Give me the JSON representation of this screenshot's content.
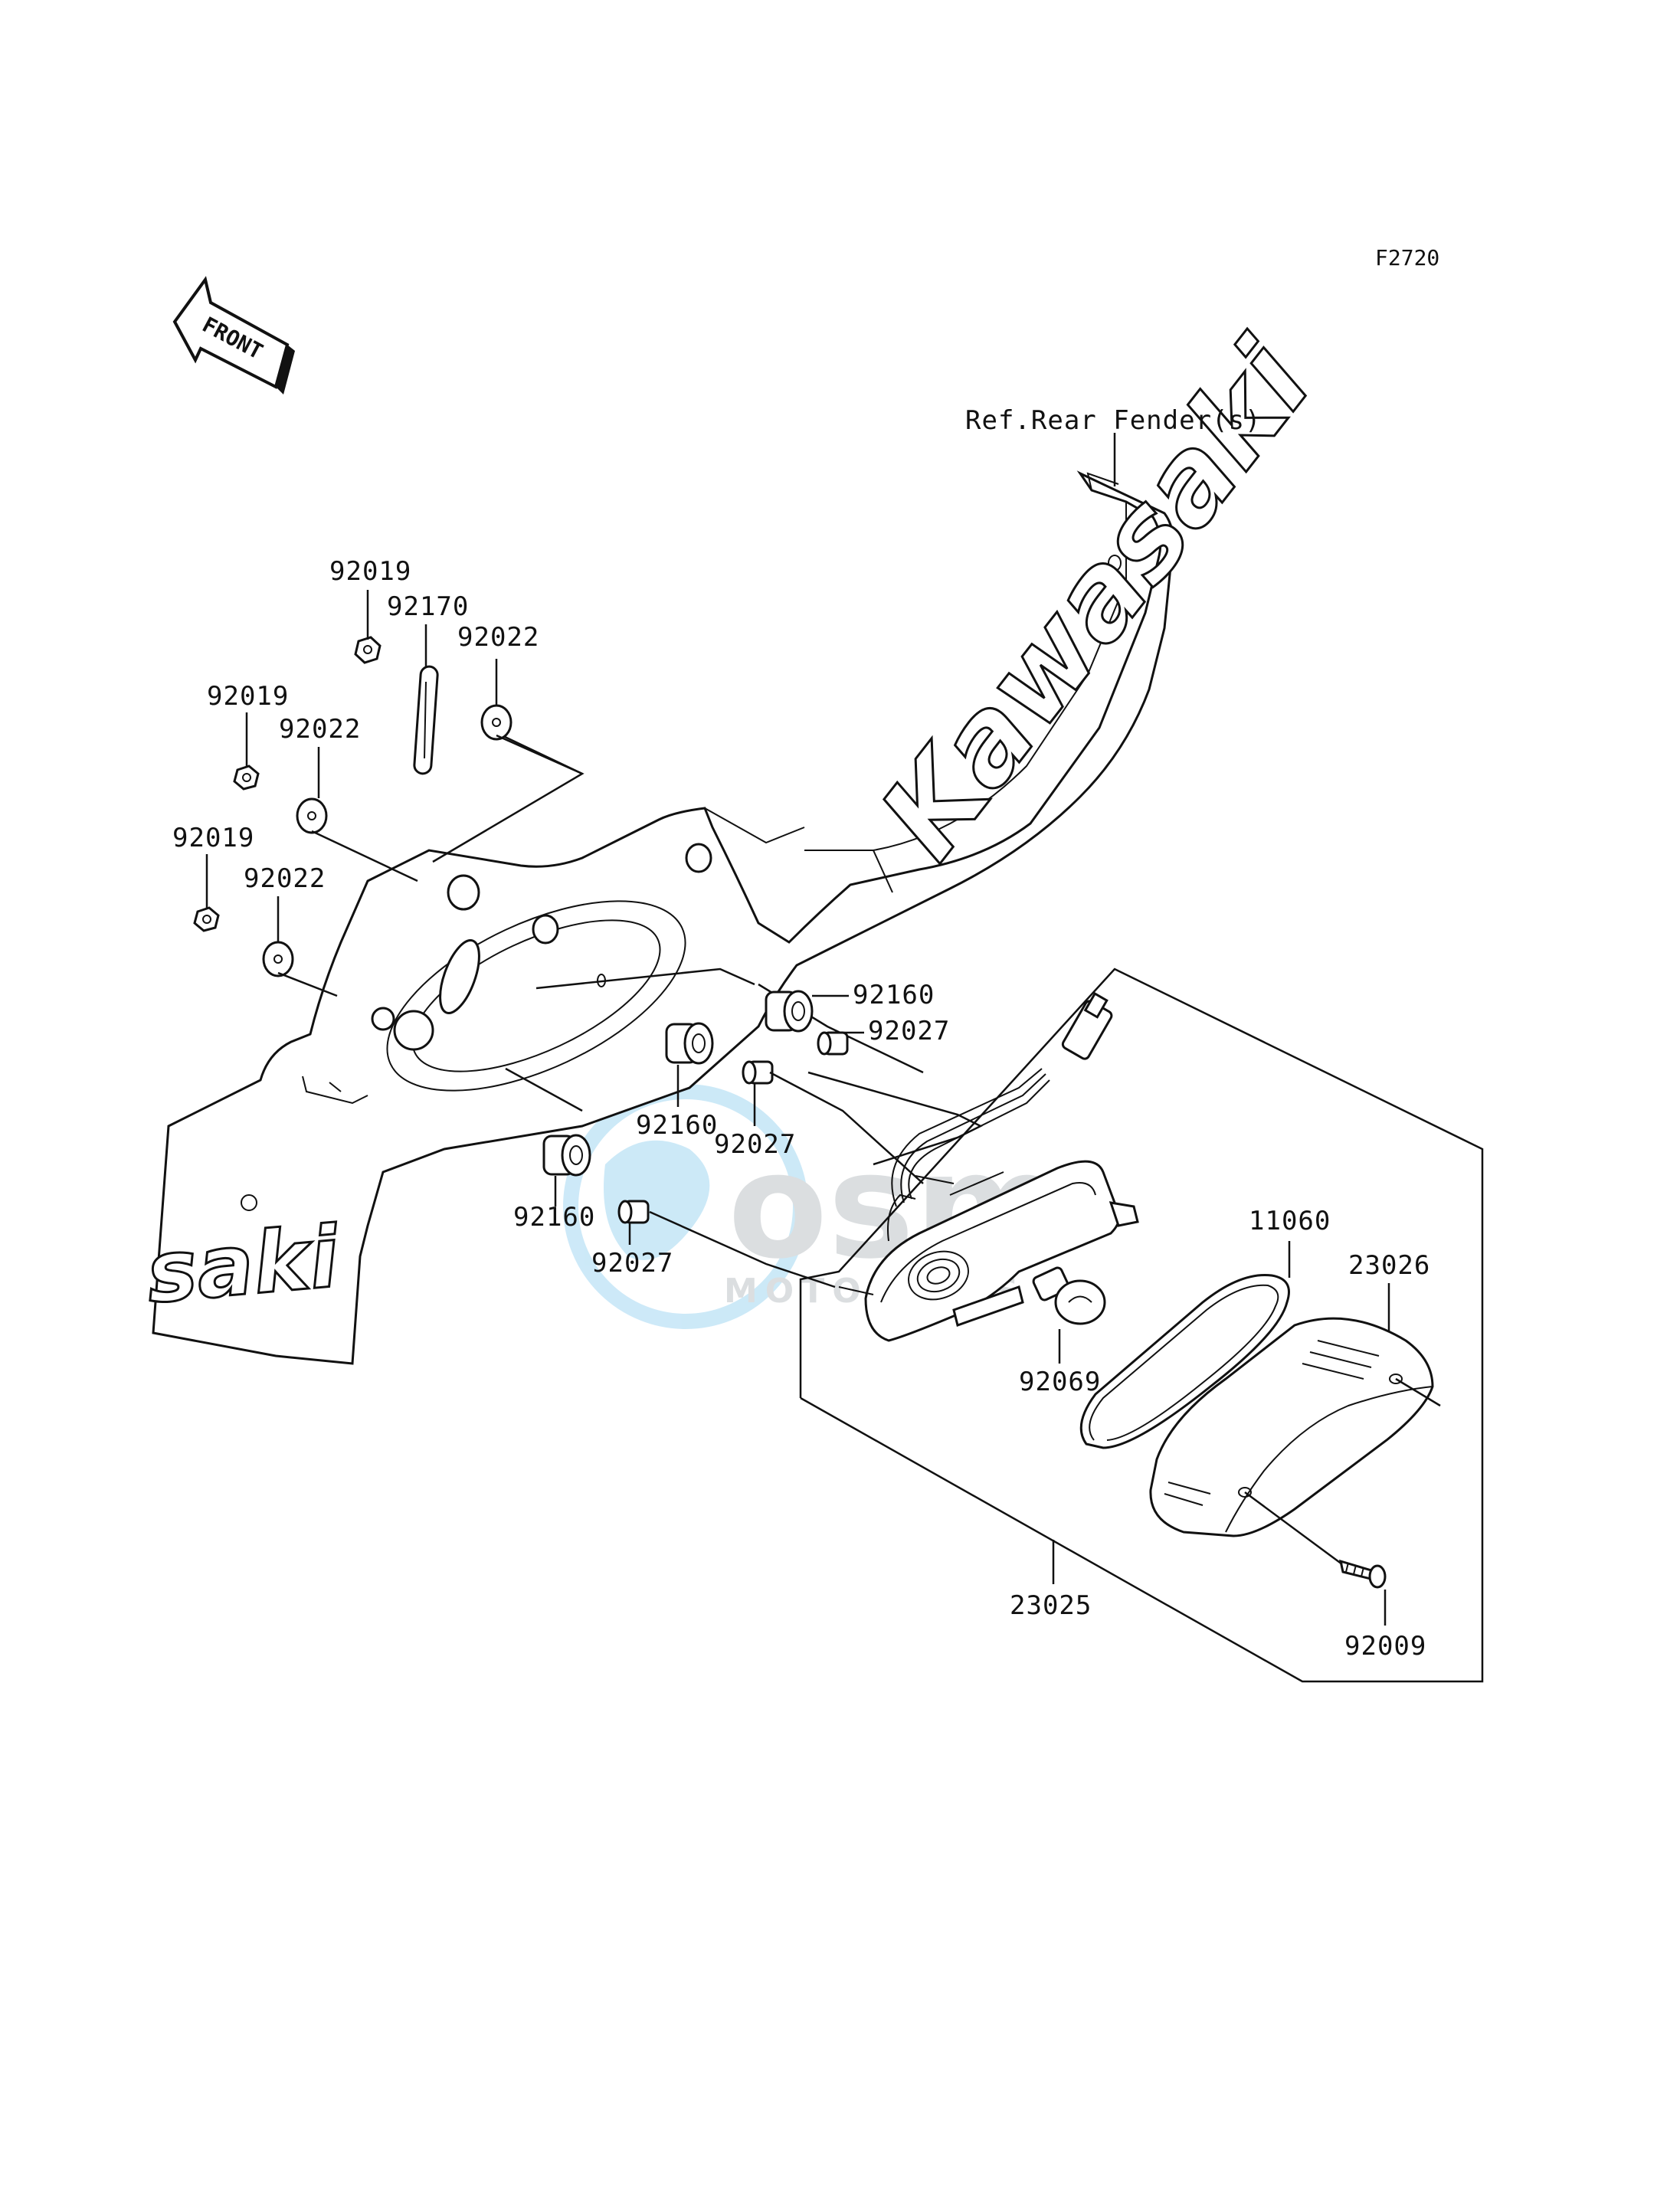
{
  "figure_code": "F2720",
  "front_arrow_label": "FRONT",
  "reference_label": "Ref.Rear Fender(s)",
  "brand_mark": "Kawasaki",
  "brand_mark_partial": "saki",
  "watermark": {
    "primary": "osm",
    "secondary": "MOTOPARTS"
  },
  "parts": [
    {
      "id": "p1",
      "number": "92019"
    },
    {
      "id": "p2",
      "number": "92170"
    },
    {
      "id": "p3",
      "number": "92022"
    },
    {
      "id": "p4",
      "number": "92019"
    },
    {
      "id": "p5",
      "number": "92022"
    },
    {
      "id": "p6",
      "number": "92019"
    },
    {
      "id": "p7",
      "number": "92022"
    },
    {
      "id": "p8",
      "number": "92160"
    },
    {
      "id": "p9",
      "number": "92027"
    },
    {
      "id": "p10",
      "number": "92160"
    },
    {
      "id": "p11",
      "number": "92027"
    },
    {
      "id": "p12",
      "number": "92160"
    },
    {
      "id": "p13",
      "number": "92027"
    },
    {
      "id": "p14",
      "number": "11060"
    },
    {
      "id": "p15",
      "number": "23026"
    },
    {
      "id": "p16",
      "number": "92069"
    },
    {
      "id": "p17",
      "number": "23025"
    },
    {
      "id": "p18",
      "number": "92009"
    }
  ]
}
